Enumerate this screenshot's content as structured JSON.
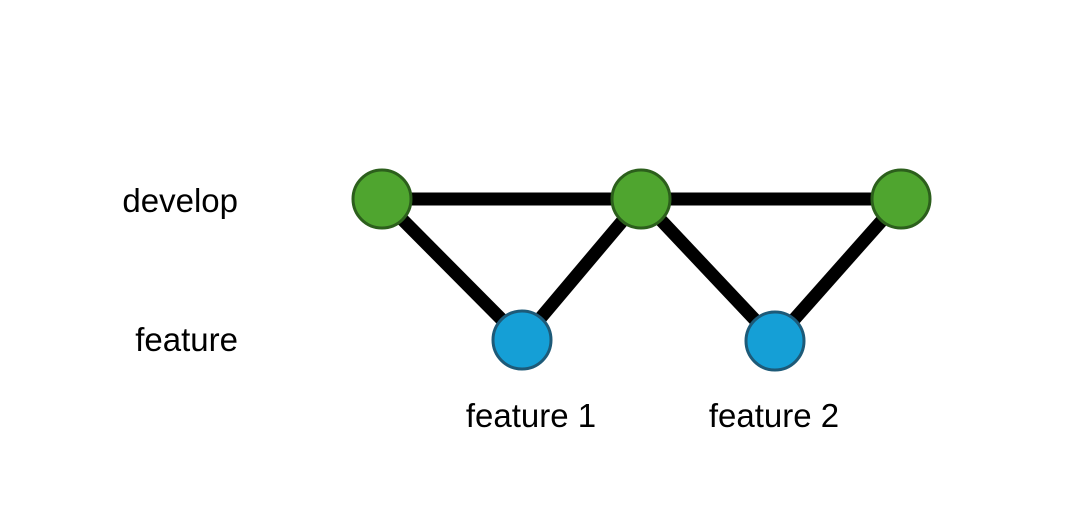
{
  "lanes": {
    "develop": "develop",
    "feature": "feature"
  },
  "nodes": {
    "develop_1": {
      "branch": "develop"
    },
    "develop_2": {
      "branch": "develop"
    },
    "develop_3": {
      "branch": "develop"
    },
    "feature_1": {
      "branch": "feature",
      "label": "feature 1"
    },
    "feature_2": {
      "branch": "feature",
      "label": "feature 2"
    }
  },
  "edges": [
    {
      "from": "develop_1",
      "to": "develop_2"
    },
    {
      "from": "develop_2",
      "to": "develop_3"
    },
    {
      "from": "develop_1",
      "to": "feature_1"
    },
    {
      "from": "feature_1",
      "to": "develop_2"
    },
    {
      "from": "develop_2",
      "to": "feature_2"
    },
    {
      "from": "feature_2",
      "to": "develop_3"
    }
  ],
  "colors": {
    "develop_fill": "#4fa52f",
    "develop_stroke": "#2c5f1c",
    "feature_fill": "#159fd6",
    "feature_stroke": "#1d5a78",
    "edge": "#000000"
  }
}
